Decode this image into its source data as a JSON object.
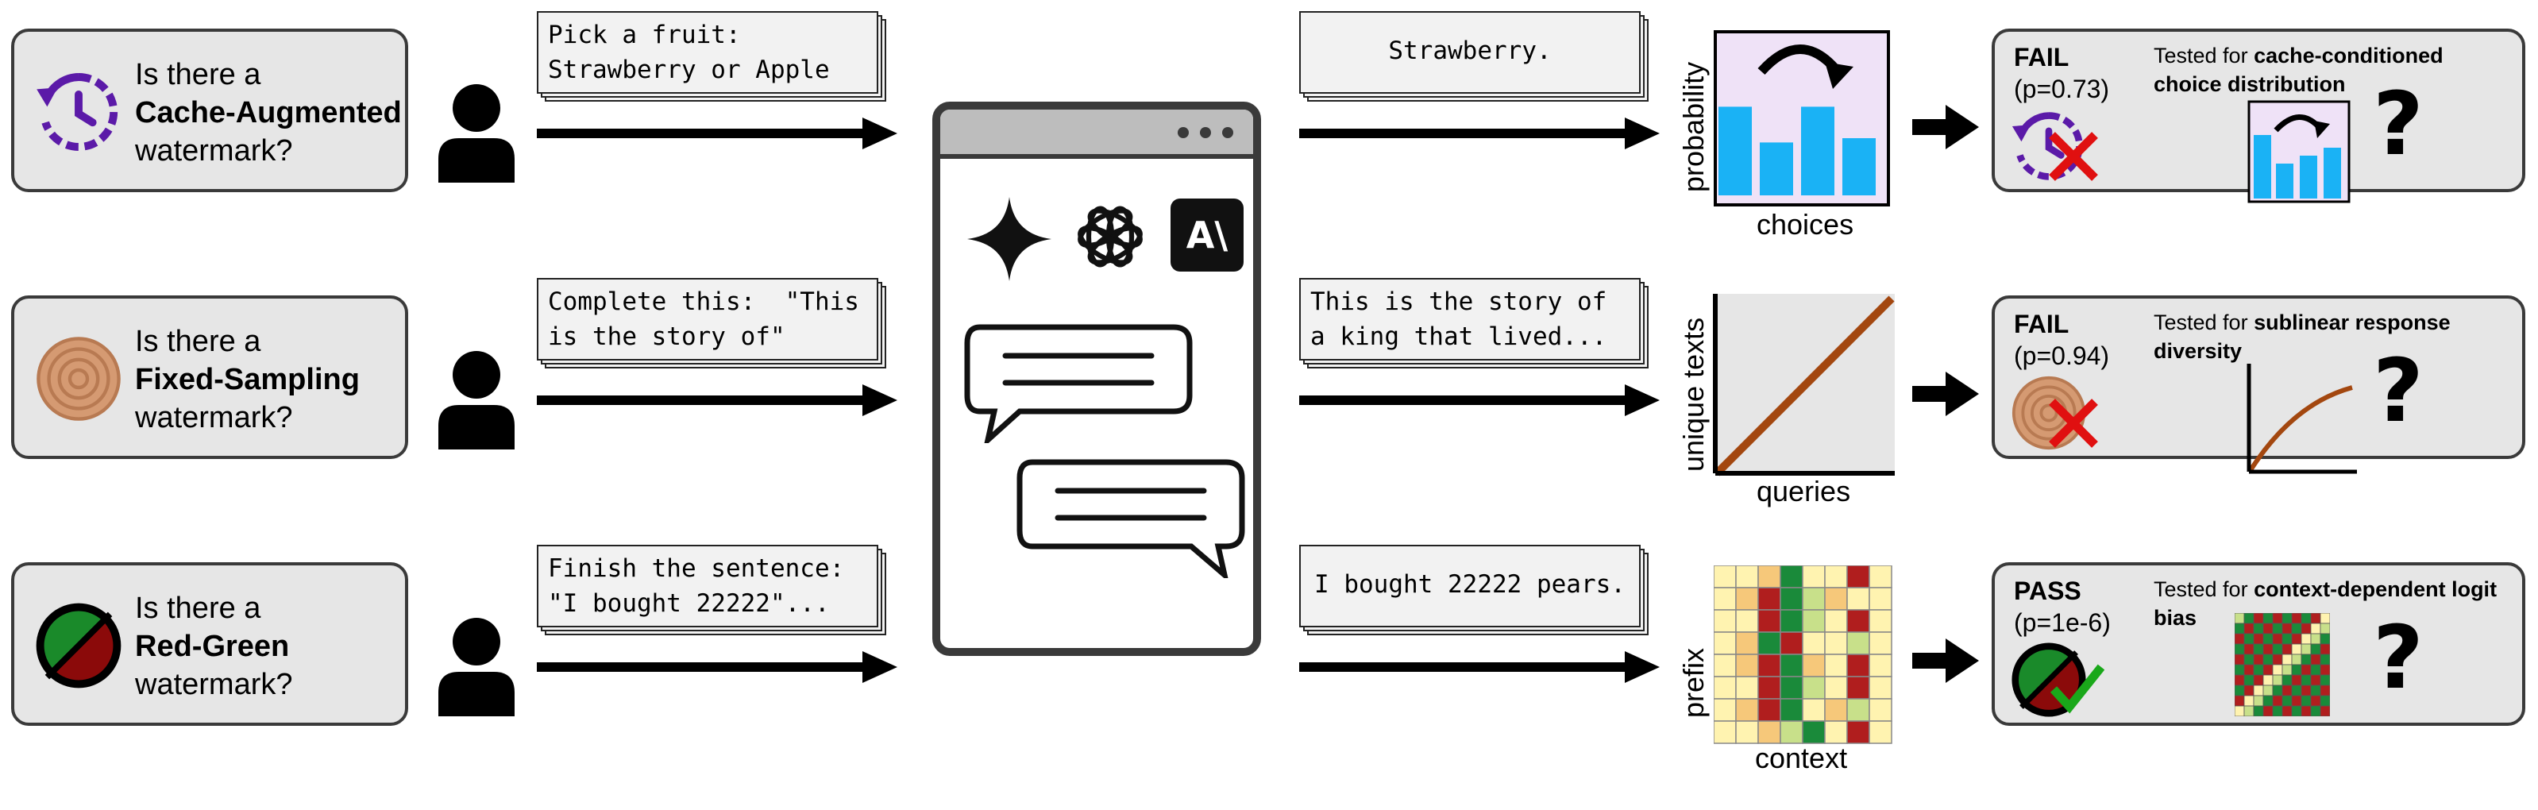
{
  "rows": [
    {
      "question": {
        "pre": "Is there a",
        "name": "Cache-Augmented",
        "post": "watermark?"
      },
      "prompt": [
        "Pick a fruit:",
        "Strawberry or Apple"
      ],
      "response": [
        "Strawberry."
      ],
      "chart": {
        "ylabel": "probability",
        "xlabel": "choices"
      },
      "result": {
        "verdict": "FAIL",
        "pval": "(p=0.73)",
        "tested_pre": "Tested for ",
        "tested_bold": "cache-conditioned choice distribution"
      }
    },
    {
      "question": {
        "pre": "Is there a",
        "name": "Fixed-Sampling",
        "post": "watermark?"
      },
      "prompt": [
        "Complete this:  \"This",
        "is the story of\""
      ],
      "response": [
        "This is the story of",
        "a king that lived..."
      ],
      "chart": {
        "ylabel": "unique texts",
        "xlabel": "queries"
      },
      "result": {
        "verdict": "FAIL",
        "pval": "(p=0.94)",
        "tested_pre": "Tested for ",
        "tested_bold": "sublinear response diversity"
      }
    },
    {
      "question": {
        "pre": "Is there a",
        "name": "Red-Green",
        "post": "watermark?"
      },
      "prompt": [
        "Finish the sentence:",
        "\"I bought 22222\"..."
      ],
      "response": [
        "I bought 22222 pears."
      ],
      "chart": {
        "ylabel": "prefix",
        "xlabel": "context"
      },
      "result": {
        "verdict": "PASS",
        "pval": "(p=1e-6)",
        "tested_pre": "Tested for ",
        "tested_bold": "context-dependent logit bias"
      }
    }
  ],
  "qmark": "?",
  "colors": {
    "cache_purple": "#5b1aa8",
    "fixed_tan": "#d59a72",
    "rg_green": "#1a8a2a",
    "rg_red": "#8b0a0a",
    "bar_blue": "#1ab2f5",
    "bar_bg": "#efe2f7",
    "line_brown": "#a3470f",
    "fail_x": "#e01010",
    "pass_check": "#1aa81a"
  },
  "icons": [
    "clock-history-icon",
    "tree-rings-icon",
    "red-green-circle-icon",
    "person-icon",
    "sparkle-logo-icon",
    "openai-logo-icon",
    "anthropic-logo-icon",
    "chat-bubble-icon",
    "cross-icon",
    "check-icon"
  ],
  "app_logo_text": "A\\"
}
